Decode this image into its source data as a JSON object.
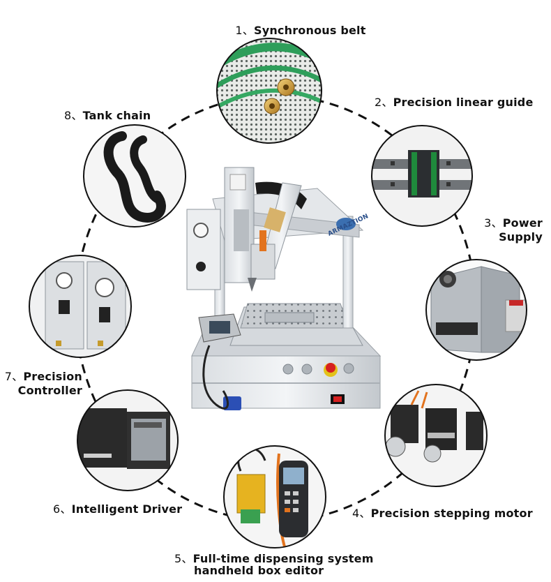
{
  "components": [
    {
      "num": "1",
      "sep": "、",
      "text": "Synchronous belt",
      "icon": "synchronous-belt-icon"
    },
    {
      "num": "2",
      "sep": "、",
      "text": "Precision linear guide",
      "icon": "linear-guide-icon"
    },
    {
      "num": "3",
      "sep": "、",
      "text": "Power",
      "text2": "Supply",
      "icon": "power-supply-icon"
    },
    {
      "num": "4",
      "sep": "、",
      "text": "Precision stepping motor",
      "icon": "stepping-motor-icon"
    },
    {
      "num": "5",
      "sep": "、",
      "text": "Full-time dispensing system",
      "text2": "handheld box editor",
      "icon": "handheld-editor-icon"
    },
    {
      "num": "6",
      "sep": "、",
      "text": "Intelligent Driver",
      "icon": "driver-icon"
    },
    {
      "num": "7",
      "sep": "、",
      "text": "Precision",
      "text2": "Controller",
      "icon": "controller-icon"
    },
    {
      "num": "8",
      "sep": "、",
      "text": "Tank chain",
      "icon": "tank-chain-icon"
    }
  ],
  "machine": {
    "brand": "ARMAZTION",
    "icon": "dispensing-robot-icon"
  },
  "colors": {
    "ring": "#111111",
    "belt_green": "#2e9e5a",
    "guide_green": "#1f8a3c",
    "driver_dark": "#2a2a2a",
    "handheld_orange": "#e2731e",
    "editor_yellow": "#e6b320",
    "estop_red": "#d62020",
    "connector_blue": "#2b4fb5"
  }
}
